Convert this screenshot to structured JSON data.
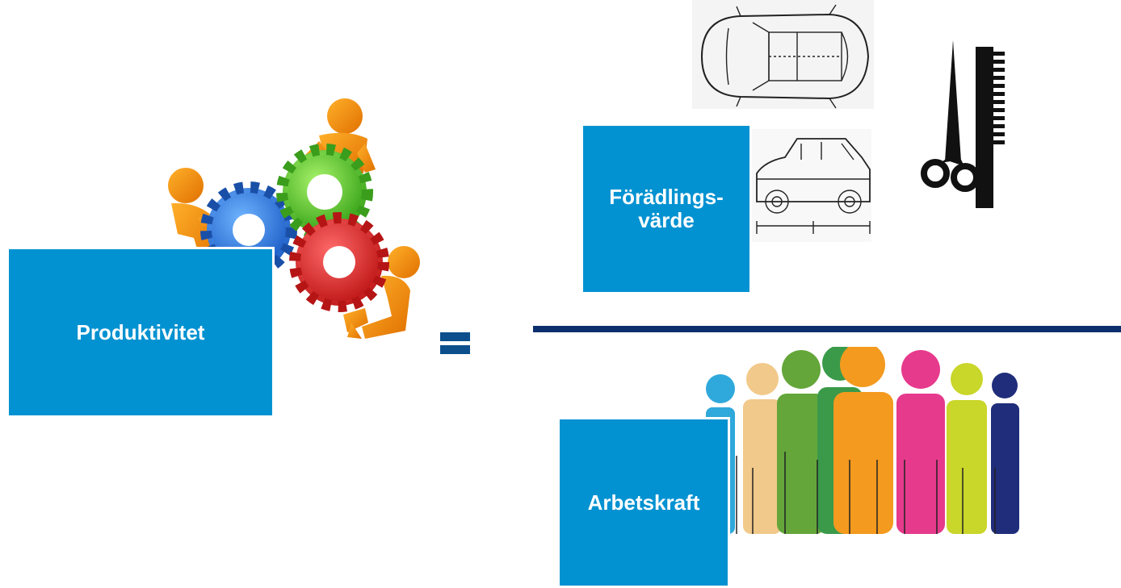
{
  "boxes": {
    "productivity": "Produktivitet",
    "value_added": "Förädlings-\nvärde",
    "labor": "Arbetskraft"
  },
  "equals_sign": "=",
  "icons": {
    "gears": "gears-teamwork-illustration",
    "car": "car-blueprint-illustration",
    "hairdresser": "scissors-comb-icon",
    "people": "colorful-people-group-illustration"
  },
  "colors": {
    "box_fill": "#0392d1",
    "box_text": "#ffffff",
    "equals": "#0c4f8c",
    "divider": "#0d2f6e"
  }
}
